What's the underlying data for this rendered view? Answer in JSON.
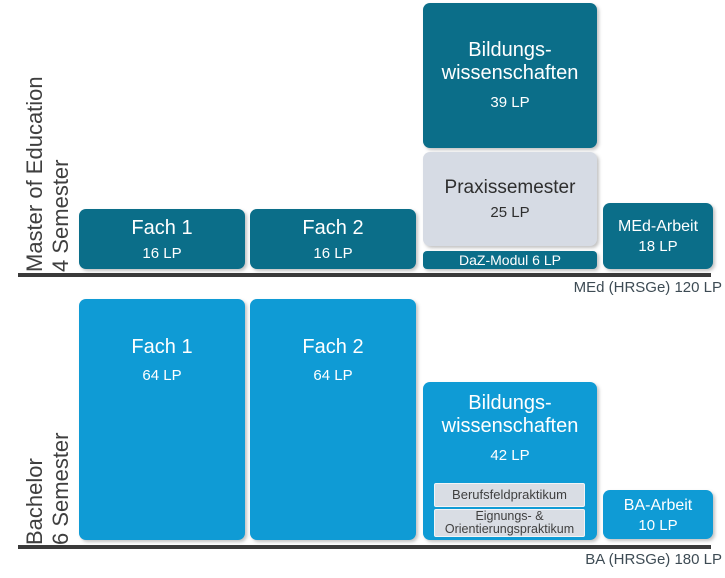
{
  "palette": {
    "teal": "#0b6e89",
    "blue": "#0f9bd5",
    "gray_box": "#d6dbe4",
    "line": "#3a3a3a",
    "side_label_text": "#3f3f3f",
    "total_label_text": "#3d4b54"
  },
  "master": {
    "side_label": {
      "line1": "Master of Education",
      "line2": "4 Semester"
    },
    "fach1": {
      "title": "Fach 1",
      "credits": "16 LP"
    },
    "fach2": {
      "title": "Fach 2",
      "credits": "16 LP"
    },
    "bildungswissenschaften": {
      "line1": "Bildungs-",
      "line2": "wissenschaften",
      "credits": "39 LP"
    },
    "praxissemester": {
      "title": "Praxissemester",
      "credits": "25 LP"
    },
    "daz_modul": {
      "label": "DaZ-Modul 6 LP"
    },
    "abschlussarbeit": {
      "title": "MEd-Arbeit",
      "credits": "18 LP"
    },
    "total": "MEd (HRSGe) 120 LP"
  },
  "bachelor": {
    "side_label": {
      "line1": "Bachelor",
      "line2": "6 Semester"
    },
    "fach1": {
      "title": "Fach 1",
      "credits": "64 LP"
    },
    "fach2": {
      "title": "Fach 2",
      "credits": "64 LP"
    },
    "bildungswissenschaften": {
      "line1": "Bildungs-",
      "line2": "wissenschaften",
      "credits": "42 LP"
    },
    "berufsfeldpraktikum": {
      "label": "Berufsfeldpraktikum"
    },
    "orientierungspraktikum": {
      "line1": "Eignungs- &",
      "line2": "Orientierungspraktikum"
    },
    "abschlussarbeit": {
      "title": "BA-Arbeit",
      "credits": "10 LP"
    },
    "total": "BA (HRSGe) 180 LP"
  }
}
